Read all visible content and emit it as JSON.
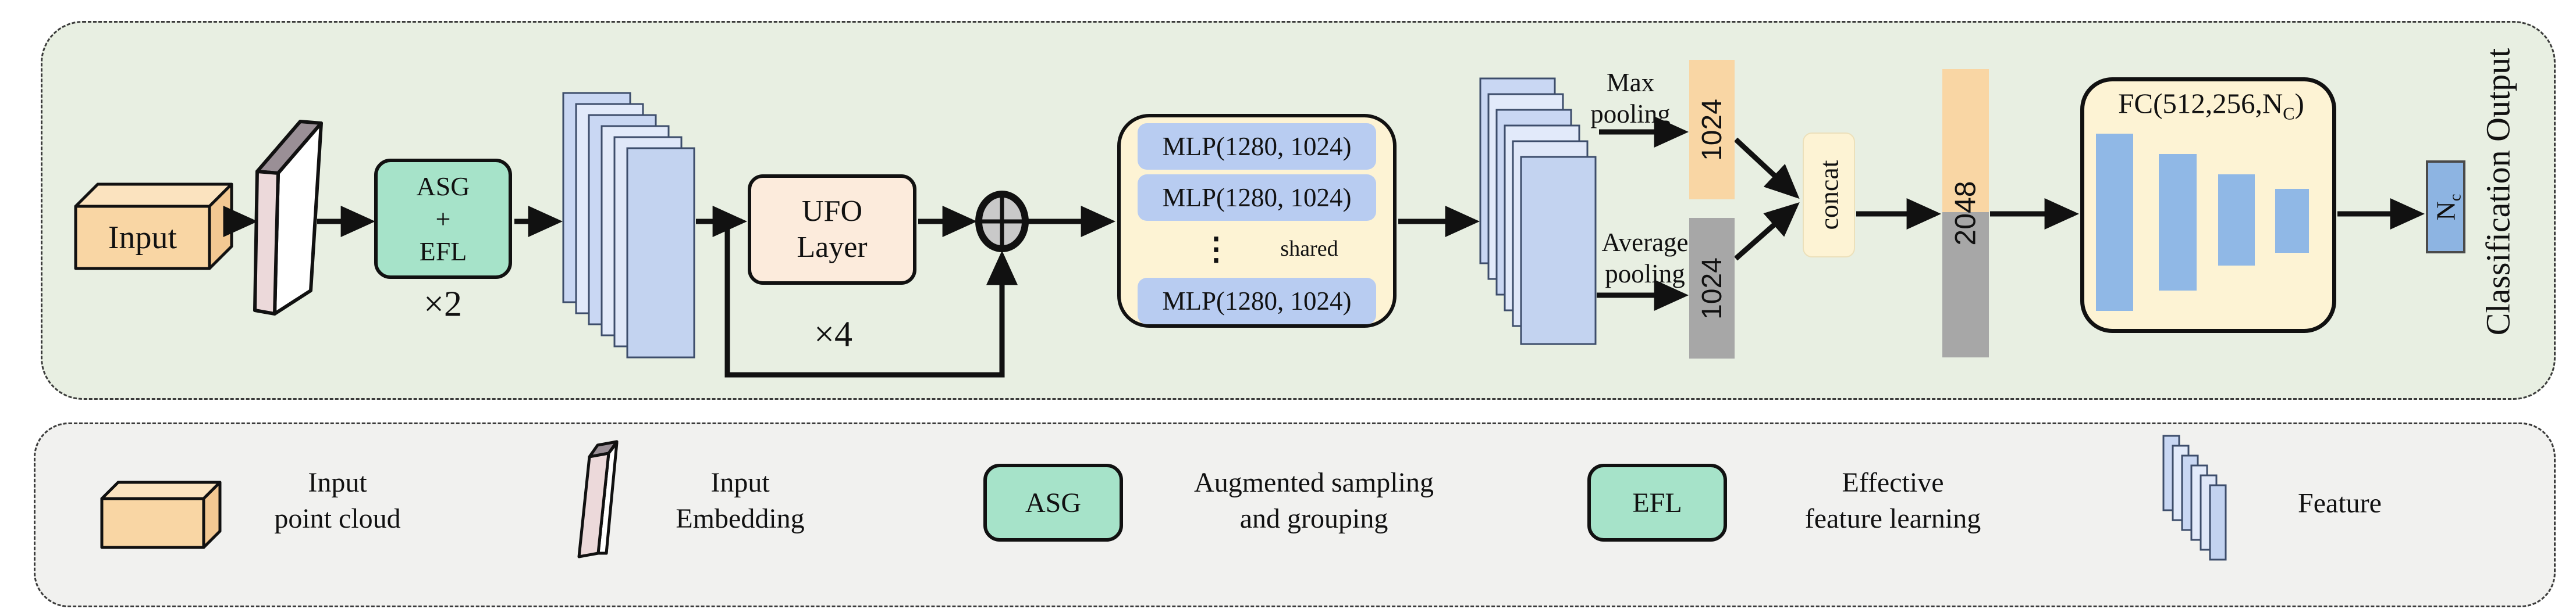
{
  "diagram": {
    "input_label": "Input",
    "asg_efl": {
      "line1": "ASG",
      "line2": "+",
      "line3": "EFL",
      "multiplier": "×2"
    },
    "ufo": {
      "line1": "UFO",
      "line2": "Layer",
      "multiplier": "×4"
    },
    "mlp": {
      "rows": [
        "MLP(1280, 1024)",
        "MLP(1280, 1024)",
        "MLP(1280, 1024)"
      ],
      "dots": "⋮",
      "shared": "shared"
    },
    "max_pooling": {
      "line1": "Max",
      "line2": "pooling"
    },
    "average_pooling": {
      "line1": "Average",
      "line2": "pooling"
    },
    "max_bar_label": "1024",
    "avg_bar_label": "1024",
    "concat_label": "concat",
    "concat_bar_label": "2048",
    "fc": {
      "prefix": "FC(512,256,N",
      "sub": "C",
      "suffix": ")"
    },
    "nc": {
      "base": "N",
      "sub": "c"
    },
    "output_label": "Classification Output"
  },
  "legend": {
    "items": [
      {
        "icon": "input-point-cloud",
        "line1": "Input",
        "line2": "point cloud"
      },
      {
        "icon": "input-embedding",
        "line1": "Input",
        "line2": "Embedding"
      },
      {
        "icon": "asg-box",
        "box_label": "ASG",
        "line1": "Augmented sampling",
        "line2": "and grouping"
      },
      {
        "icon": "efl-box",
        "box_label": "EFL",
        "line1": "Effective",
        "line2": "feature learning"
      },
      {
        "icon": "feature-stack",
        "line1": "Feature",
        "line2": ""
      }
    ]
  },
  "colors": {
    "main_panel_bg": "#e8efe2",
    "legend_panel_bg": "#f1f1ef",
    "orange": "#f9d6a4",
    "mint_green": "#a6e3c9",
    "peach": "#fcebdc",
    "cream_yellow": "#fdf3d4",
    "mlp_pill_blue": "#b8ccf1",
    "feature_blue": "#c9d7f3",
    "feature_blue_light": "#e2eafa",
    "fc_bar_blue": "#90b8e6",
    "nc_blue": "#8db4e2",
    "gray_bar": "#a7a7a7",
    "arrow_black": "#111111"
  }
}
